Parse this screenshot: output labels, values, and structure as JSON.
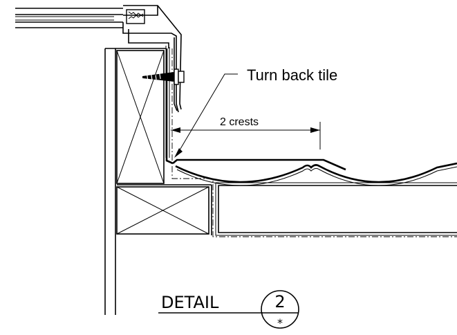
{
  "callouts": {
    "turn_back": "Turn back tile",
    "dimension": "2 crests"
  },
  "detail": {
    "title": "DETAIL",
    "number": "2",
    "sheet": "*"
  }
}
